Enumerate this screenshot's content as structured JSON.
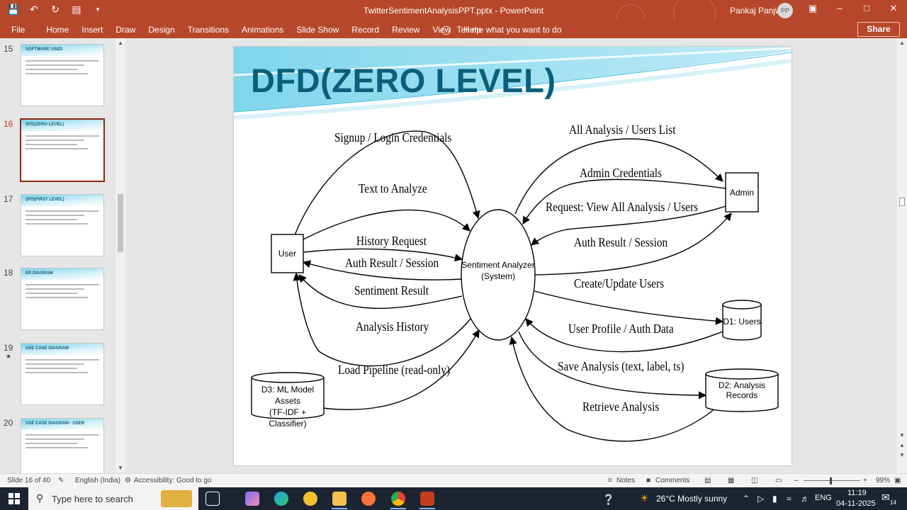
{
  "window": {
    "doc_title": "TwitterSentimentAnalysisPPT.pptx  -  PowerPoint",
    "user_name": "Pankaj Panjwani",
    "avatar_initials": "PP"
  },
  "ribbon": {
    "tabs": [
      "File",
      "Home",
      "Insert",
      "Draw",
      "Design",
      "Transitions",
      "Animations",
      "Slide Show",
      "Record",
      "Review",
      "View",
      "Help"
    ],
    "tell_me": "Tell me what you want to do",
    "share": "Share"
  },
  "thumbnails": [
    {
      "num": "15",
      "title": "SOFTWARE USED",
      "active": false,
      "star": false
    },
    {
      "num": "16",
      "title": "DFD(ZERO LEVEL)",
      "active": true,
      "star": false
    },
    {
      "num": "17",
      "title": "DFD(FIRST LEVEL)",
      "active": false,
      "star": false
    },
    {
      "num": "18",
      "title": "ER DIAGRAM",
      "active": false,
      "star": false
    },
    {
      "num": "19",
      "title": "USE CASE DIAGRAM",
      "active": false,
      "star": true
    },
    {
      "num": "20",
      "title": "USE CASE DIAGRAM - USER",
      "active": false,
      "star": false
    }
  ],
  "slide": {
    "title": "DFD(ZERO LEVEL)",
    "nodes": {
      "user": "User",
      "admin": "Admin",
      "system_line1": "Sentiment Analyzer",
      "system_line2": "(System)",
      "d1": "D1: Users",
      "d2": "D2: Analysis Records",
      "d3_line1": "D3: ML Model Assets",
      "d3_line2": "(TF-IDF + Classifier)"
    },
    "flows": {
      "signup": "Signup / Login Credentials",
      "text": "Text to Analyze",
      "history_req": "History Request",
      "auth_user": "Auth Result / Session",
      "sentiment": "Sentiment Result",
      "analysis_history": "Analysis History",
      "load_pipeline": "Load Pipeline (read-only)",
      "all_analysis": "All Analysis / Users List",
      "admin_cred": "Admin Credentials",
      "request_view": "Request: View All Analysis / Users",
      "auth_admin": "Auth Result / Session",
      "create_update": "Create/Update Users",
      "user_profile": "User Profile / Auth Data",
      "save_analysis": "Save Analysis (text, label, ts)",
      "retrieve": "Retrieve Analysis"
    }
  },
  "status": {
    "slide_info": "Slide 16 of 40",
    "language": "English (India)",
    "accessibility": "Accessibility: Good to go",
    "notes": "Notes",
    "comments": "Comments",
    "zoom": "99%"
  },
  "taskbar": {
    "search_placeholder": "Type here to search",
    "weather": "26°C  Mostly sunny",
    "lang": "ENG",
    "time": "11:19",
    "date": "04-11-2025",
    "notif": "14"
  }
}
